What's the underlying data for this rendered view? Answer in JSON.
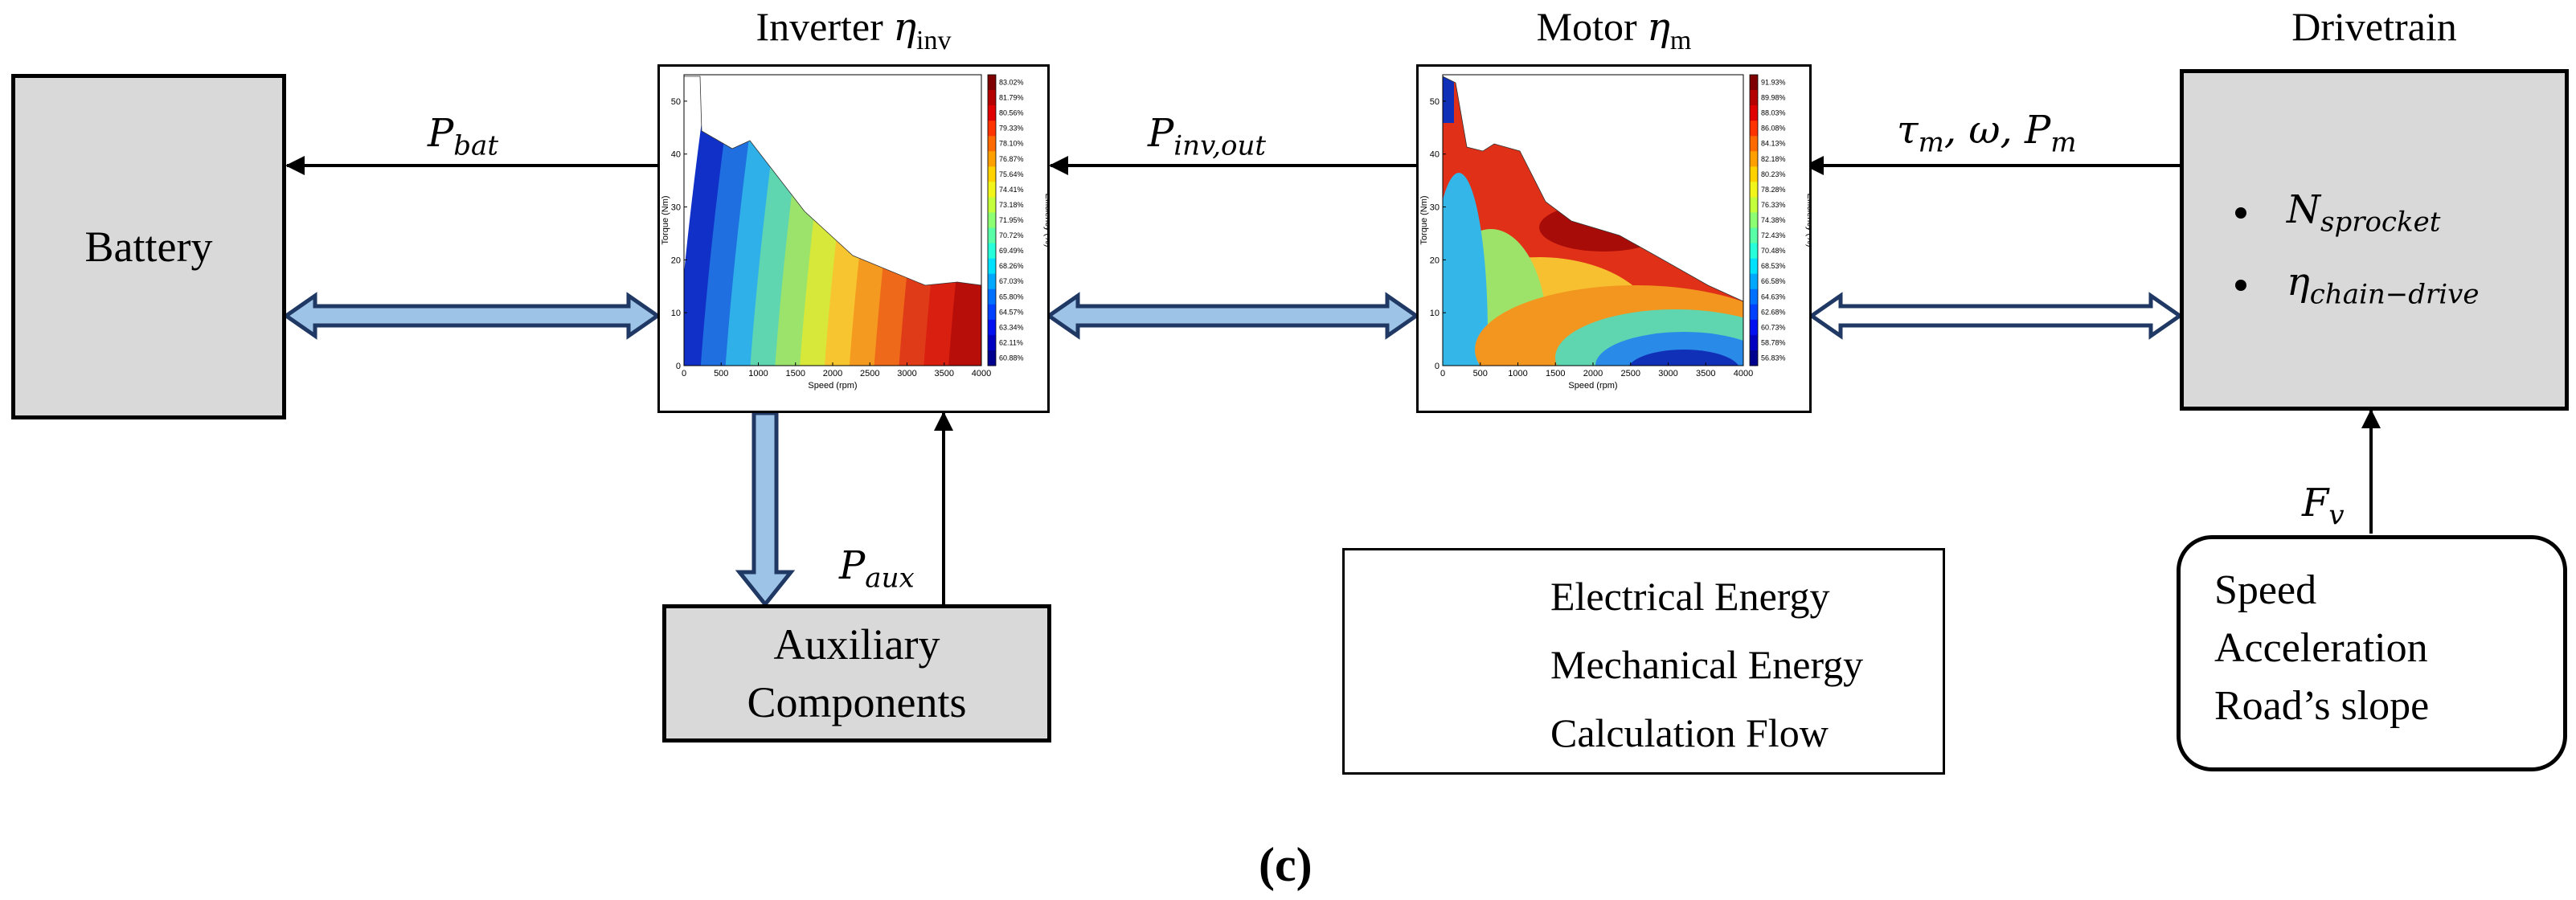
{
  "blocks": {
    "battery": "Battery",
    "aux_line1": "Auxiliary",
    "aux_line2": "Components",
    "drivetrain_title": "Drivetrain",
    "inverter_title": "Inverter",
    "inverter_eta_symbol": "η",
    "inverter_eta_sub": "inv",
    "motor_title": "Motor",
    "motor_eta_symbol": "η",
    "motor_eta_sub": "m"
  },
  "signals": {
    "p_bat_main": "P",
    "p_bat_sub": "bat",
    "p_inv_out_main": "P",
    "p_inv_out_sub": "inv,out",
    "motor_out": "τ",
    "motor_out_sub": "m",
    "motor_out_rest": ", ω, P",
    "motor_out_rest_sub": "m",
    "p_aux_main": "P",
    "p_aux_sub": "aux",
    "f_v_main": "F",
    "f_v_sub": "v"
  },
  "drivetrain_params": [
    {
      "main": "N",
      "sub": "sprocket"
    },
    {
      "main": "η",
      "sub": "chain−drive"
    }
  ],
  "conditions": [
    "Speed",
    "Acceleration",
    "Road’s slope"
  ],
  "legend": {
    "electrical": "Electrical Energy",
    "mechanical": "Mechanical Energy",
    "calculation": "Calculation Flow"
  },
  "caption": "(c)",
  "colors": {
    "electrical_fill": "#9dc3e6",
    "mechanical_fill": "#ffffff",
    "block_fill": "#d9d9d9",
    "arrow_dark": "#1f3864"
  },
  "inverter_map": {
    "x_label": "Speed (rpm)",
    "y_label": "Torque (Nm)",
    "colorbar_label": "Efficiency (%)",
    "x_ticks": [
      "0",
      "500",
      "1000",
      "1500",
      "2000",
      "2500",
      "3000",
      "3500",
      "4000"
    ],
    "y_ticks": [
      "0",
      "10",
      "20",
      "30",
      "40",
      "50"
    ],
    "colorbar_ticks": [
      "83.02%",
      "81.79%",
      "80.56%",
      "79.33%",
      "78.10%",
      "76.87%",
      "75.64%",
      "74.41%",
      "73.18%",
      "71.95%",
      "70.72%",
      "69.49%",
      "68.26%",
      "67.03%",
      "65.80%",
      "64.57%",
      "63.34%",
      "62.11%",
      "60.88%"
    ]
  },
  "motor_map": {
    "x_label": "Speed (rpm)",
    "y_label": "Torque (Nm)",
    "colorbar_label": "Efficiency (%)",
    "x_ticks": [
      "0",
      "500",
      "1000",
      "1500",
      "2000",
      "2500",
      "3000",
      "3500",
      "4000"
    ],
    "y_ticks": [
      "0",
      "10",
      "20",
      "30",
      "40",
      "50"
    ],
    "colorbar_ticks": [
      "91.93%",
      "89.98%",
      "88.03%",
      "86.08%",
      "84.13%",
      "82.18%",
      "80.23%",
      "78.28%",
      "76.33%",
      "74.38%",
      "72.43%",
      "70.48%",
      "68.53%",
      "66.58%",
      "64.63%",
      "62.68%",
      "60.73%",
      "58.78%",
      "56.83%"
    ]
  }
}
